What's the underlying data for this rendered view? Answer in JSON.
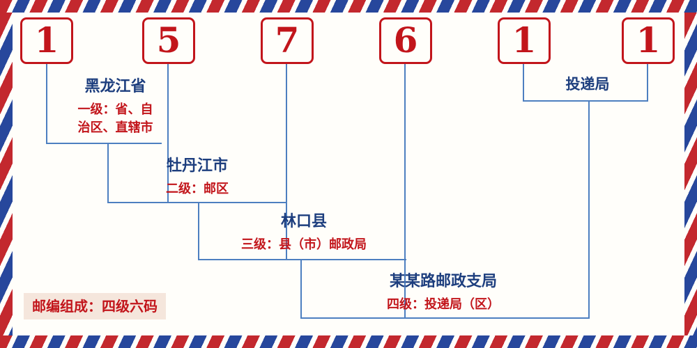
{
  "postal_code": {
    "digits": [
      "1",
      "5",
      "7",
      "6",
      "1",
      "1"
    ]
  },
  "levels": [
    {
      "place": "黑龙江省",
      "desc": "一级：省、自治区、直辖市"
    },
    {
      "place": "牡丹江市",
      "desc": "二级：邮区"
    },
    {
      "place": "林口县",
      "desc": "三级：县（市）邮政局"
    },
    {
      "place": "某某路邮政支局",
      "desc": "四级：投递局（区）"
    },
    {
      "place": "投递局"
    }
  ],
  "note": "邮编组成：四级六码",
  "colors": {
    "digit_red": "#c2151b",
    "line_blue": "#4d7fc0",
    "place_navy": "#1d3e7e",
    "border_red": "#c3282e",
    "border_blue": "#27479c",
    "note_bg": "#f5e6dc"
  }
}
